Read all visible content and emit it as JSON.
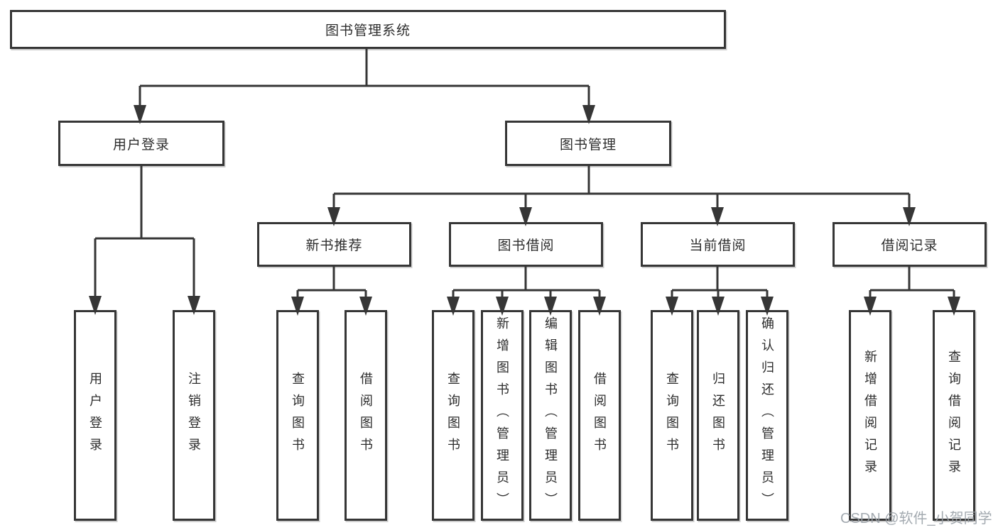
{
  "diagram": {
    "title": "图书管理系统",
    "nodes": {
      "root": {
        "label": "图书管理系统"
      },
      "user_login": {
        "label": "用户登录"
      },
      "book_mgmt": {
        "label": "图书管理"
      },
      "new_books": {
        "label": "新书推荐"
      },
      "book_borrow": {
        "label": "图书借阅"
      },
      "current_borrow": {
        "label": "当前借阅"
      },
      "borrow_records": {
        "label": "借阅记录"
      },
      "leaves": {
        "user_login_leaf": "用户登录",
        "logout": "注销登录",
        "nb_query_books": "查询图书",
        "nb_borrow_books": "借阅图书",
        "bb_query_books": "查询图书",
        "bb_add_books_admin": "新增图书（管理员）",
        "bb_edit_books_admin": "编辑图书（管理员）",
        "bb_borrow_books": "借阅图书",
        "cb_query_books": "查询图书",
        "cb_return_books": "归还图书",
        "cb_confirm_return_admin": "确认归还（管理员）",
        "br_add_record": "新增借阅记录",
        "br_query_record": "查询借阅记录"
      }
    }
  },
  "watermark": {
    "text": "CSDN @软件_小贺同学"
  },
  "colors": {
    "line": "#363636",
    "border": "#363636",
    "text": "#2d2d2d",
    "watermark": "#9aa1a8",
    "background": "#ffffff"
  }
}
